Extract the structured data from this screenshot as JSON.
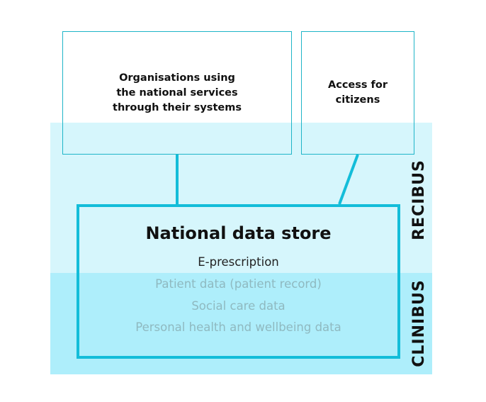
{
  "top_boxes": {
    "organisations": "Organisations using\nthe national services\nthrough their systems",
    "citizens": "Access for\ncitizens"
  },
  "store": {
    "title": "National data store",
    "items": [
      "E-prescription",
      "Patient data (patient record)",
      "Social care data",
      "Personal health and wellbeing data"
    ]
  },
  "bands": {
    "recibus": "RECIBUS",
    "clinibus": "CLINIBUS"
  },
  "colors": {
    "accent": "#13bdd9",
    "box_border": "#1fb5c8",
    "recibus_band": "#d6f6fc",
    "clinibus_band": "#aeeefb",
    "faded_text": "#8fb9c0"
  }
}
